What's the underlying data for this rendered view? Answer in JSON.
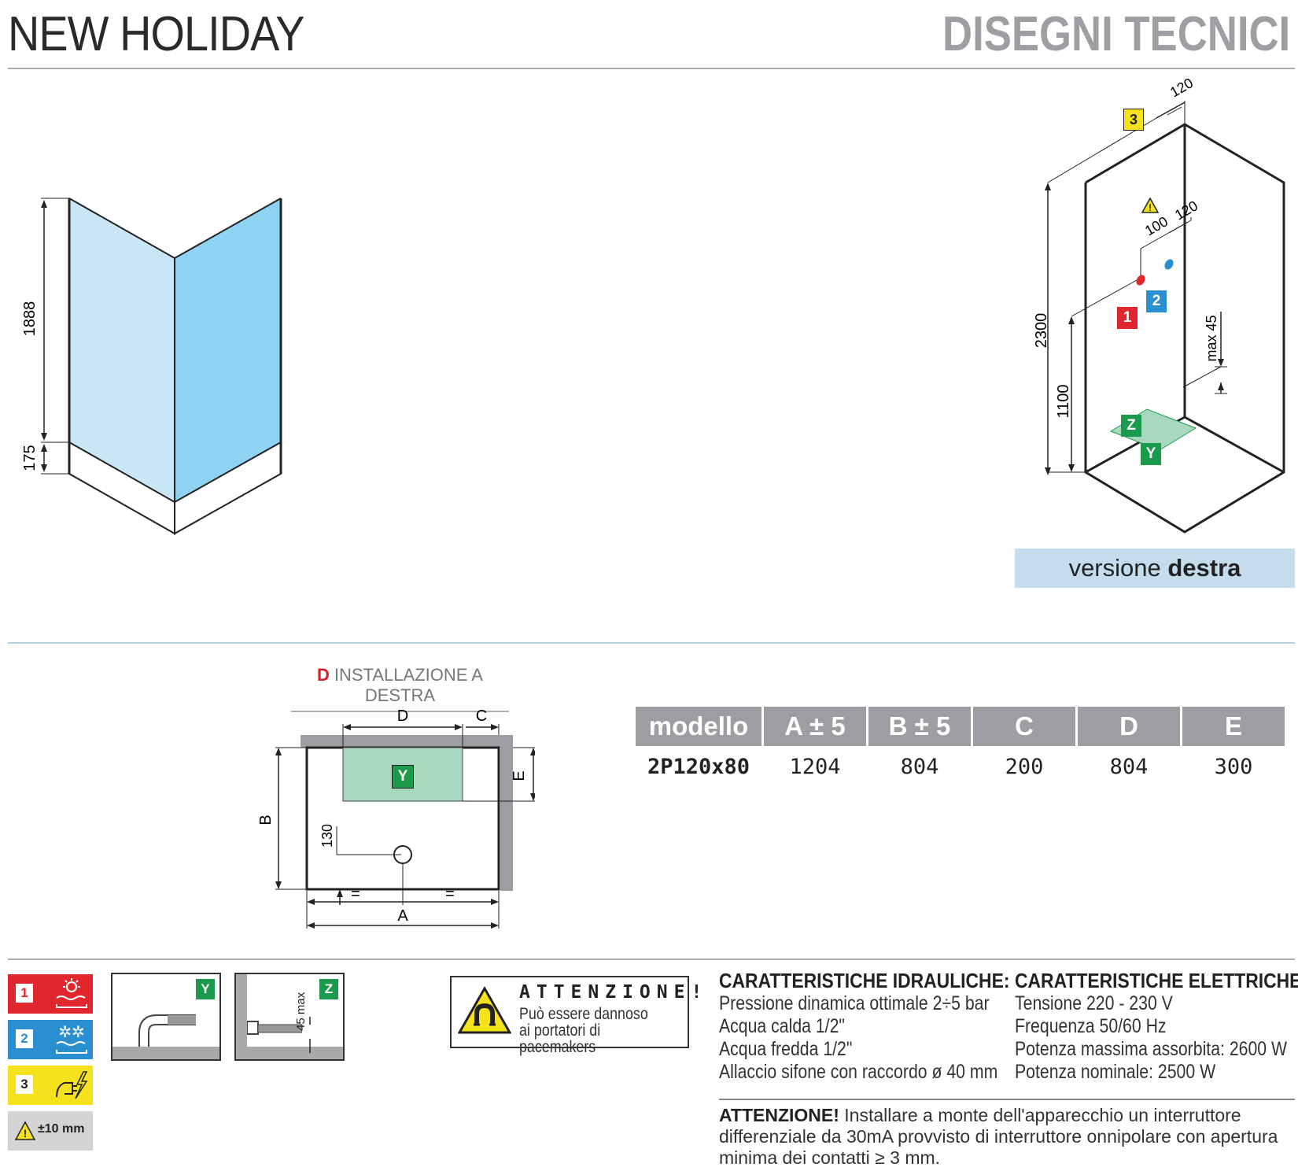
{
  "header": {
    "title": "NEW HOLIDAY",
    "section": "DISEGNI TECNICI"
  },
  "front_view": {
    "dim_height": "1888",
    "dim_base": "175"
  },
  "iso_view": {
    "dim_top": "120",
    "dim_total": "2300",
    "dim_1100": "1100",
    "dim_100": "100",
    "dim_120b": "120",
    "dim_max45": "max 45",
    "markers": {
      "m1": "1",
      "m2": "2",
      "m3": "3",
      "mz": "Z",
      "my": "Y"
    },
    "version_label": "versione",
    "version_value": "destra"
  },
  "install": {
    "letter": "D",
    "title": "INSTALLAZIONE A DESTRA",
    "labels": {
      "d": "D",
      "c": "C",
      "e": "E",
      "b": "B",
      "a": "A",
      "y": "Y",
      "dim130": "130",
      "eq1": "=",
      "eq2": "="
    }
  },
  "spec_table": {
    "headers": [
      "modello",
      "A ± 5",
      "B ± 5",
      "C",
      "D",
      "E"
    ],
    "row": [
      "2P120x80",
      "1204",
      "804",
      "200",
      "804",
      "300"
    ]
  },
  "legend": {
    "item1": "1",
    "item2": "2",
    "item3": "3",
    "tolerance": "±10 mm",
    "drain_y": "Y",
    "drain_z": "Z",
    "drain_z_dim": "45 max"
  },
  "warning": {
    "title": "ATTENZIONE!",
    "text": "Può essere dannoso ai portatori di pacemakers"
  },
  "hydraulic": {
    "heading": "CARATTERISTICHE IDRAULICHE:",
    "lines": [
      "Pressione dinamica ottimale 2÷5 bar",
      "Acqua calda 1/2\"",
      "Acqua fredda 1/2\"",
      "Allaccio sifone con raccordo ø 40 mm"
    ]
  },
  "electrical": {
    "heading": "CARATTERISTICHE ELETTRICHE:",
    "lines": [
      "Tensione 220 - 230 V",
      "Frequenza 50/60 Hz",
      "Potenza massima assorbita: 2600 W",
      "Potenza nominale: 2500 W"
    ]
  },
  "note": {
    "label": "ATTENZIONE!",
    "text": "Installare a monte dell'apparecchio un interruttore differenziale da 30mA provvisto di interruttore onnipolare con apertura minima dei contatti ≥ 3 mm."
  },
  "colors": {
    "glass_light": "#c8e6f5",
    "glass_dark": "#8fd3f3",
    "green_area": "#a8d8c0",
    "marker_red": "#e1262d",
    "marker_blue": "#2a8fd0",
    "marker_yellow": "#f5e21b",
    "marker_green": "#1a9a4a",
    "header_gray": "#9d9ea2"
  }
}
